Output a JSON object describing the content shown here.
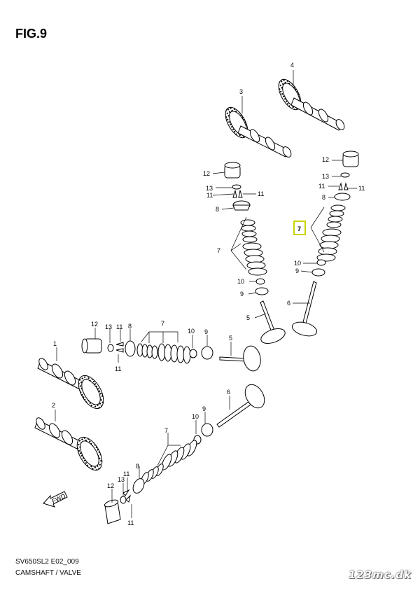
{
  "title": "FIG.9",
  "code": "SV650SL2 E02_009",
  "description": "CAMSHAFT / VALVE",
  "watermark": "123mc.dk",
  "fwd_label": "FWD",
  "highlight_color": "#c8d400",
  "labels": {
    "n1": "1",
    "n2": "2",
    "n3": "3",
    "n4": "4",
    "n5a": "5",
    "n5b": "5",
    "n6a": "6",
    "n6b": "6",
    "n7a": "7",
    "n7b": "7",
    "n7c": "7",
    "n7d": "7",
    "n8a": "8",
    "n8b": "8",
    "n8c": "8",
    "n8d": "8",
    "n9a": "9",
    "n9b": "9",
    "n9c": "9",
    "n9d": "9",
    "n10a": "10",
    "n10b": "10",
    "n10c": "10",
    "n10d": "10",
    "n11a": "11",
    "n11b": "11",
    "n11c": "11",
    "n11d": "11",
    "n11e": "11",
    "n11f": "11",
    "n11g": "11",
    "n11h": "11",
    "n12a": "12",
    "n12b": "12",
    "n12c": "12",
    "n12d": "12",
    "n13a": "13",
    "n13b": "13",
    "n13c": "13",
    "n13d": "13"
  }
}
